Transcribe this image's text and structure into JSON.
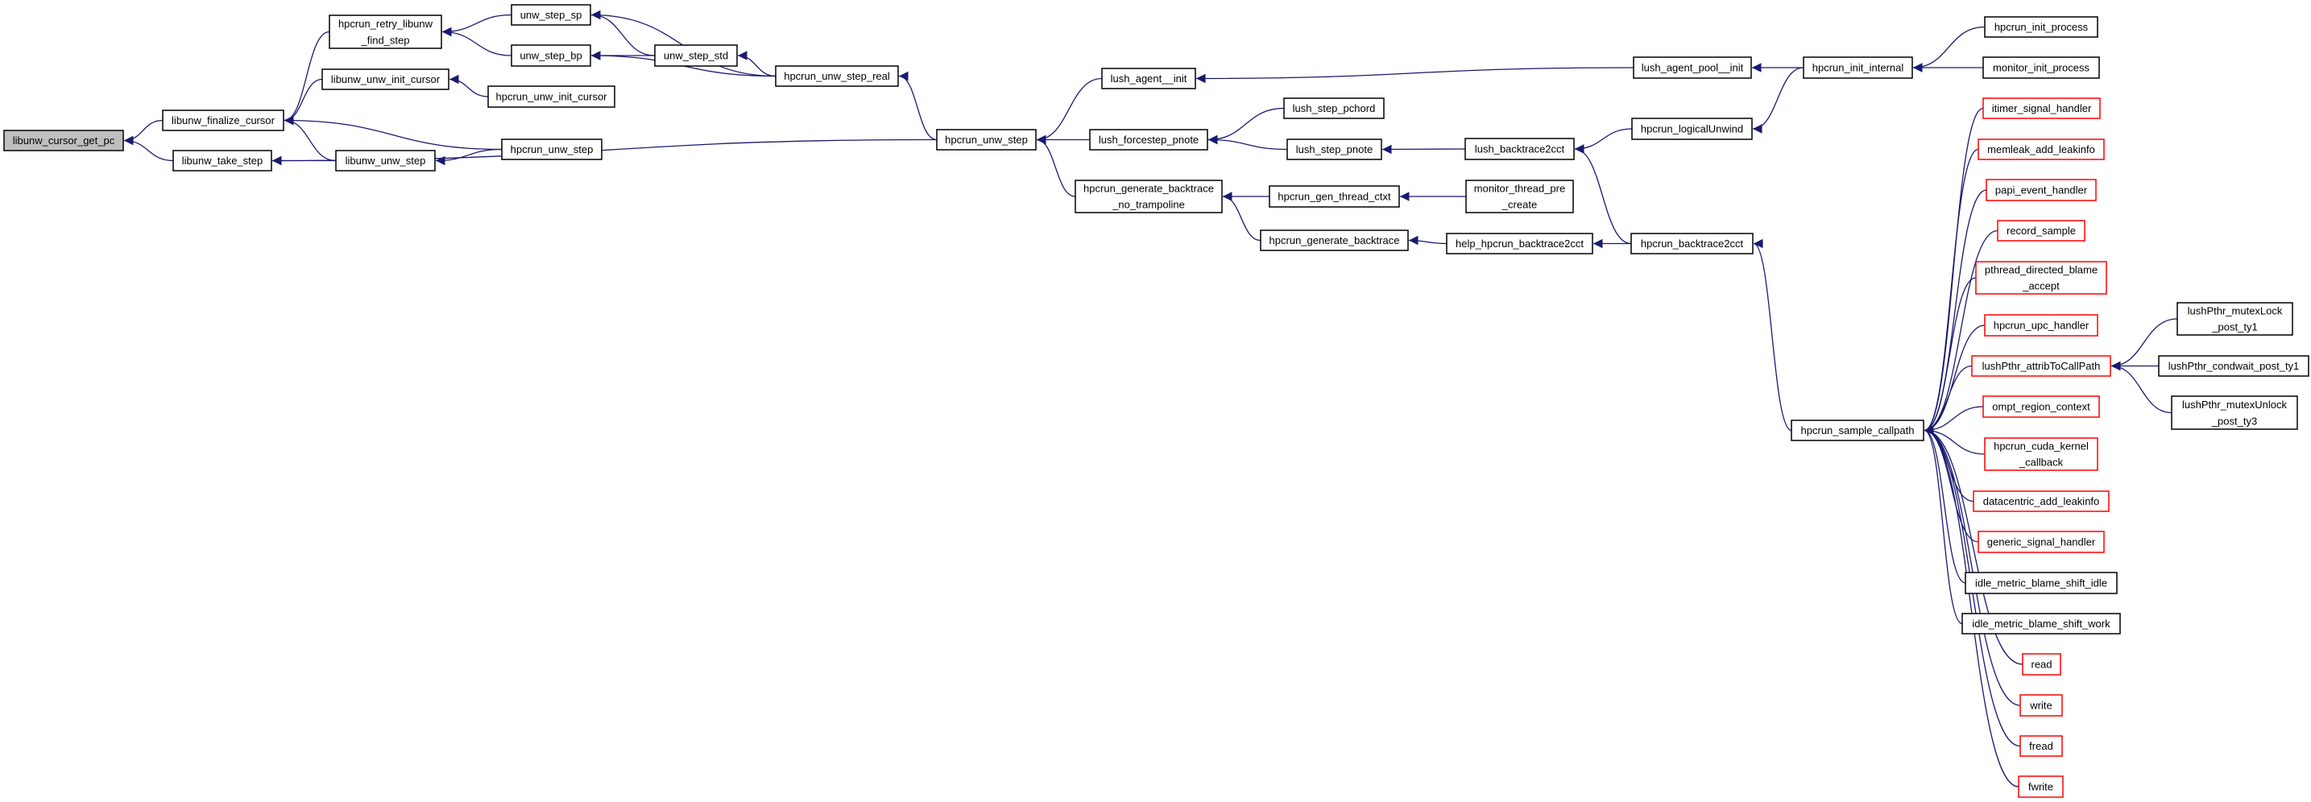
{
  "graph": {
    "edge_color": "#191970",
    "highlight_border": "#ff0000",
    "root_fill": "#bfbfbf",
    "nodes": [
      {
        "id": "get_pc",
        "lines": [
          "libunw_cursor_get_pc"
        ],
        "style": "root"
      },
      {
        "id": "finalize",
        "lines": [
          "libunw_finalize_cursor"
        ]
      },
      {
        "id": "take_step",
        "lines": [
          "libunw_take_step"
        ]
      },
      {
        "id": "retry",
        "lines": [
          "hpcrun_retry_libunw",
          "_find_step"
        ]
      },
      {
        "id": "libunw_init",
        "lines": [
          "libunw_unw_init_cursor"
        ]
      },
      {
        "id": "libunw_step",
        "lines": [
          "libunw_unw_step"
        ]
      },
      {
        "id": "step_sp",
        "lines": [
          "unw_step_sp"
        ]
      },
      {
        "id": "step_bp",
        "lines": [
          "unw_step_bp"
        ]
      },
      {
        "id": "step_std",
        "lines": [
          "unw_step_std"
        ]
      },
      {
        "id": "step_real",
        "lines": [
          "hpcrun_unw_step_real"
        ]
      },
      {
        "id": "init_cursor",
        "lines": [
          "hpcrun_unw_init_cursor"
        ]
      },
      {
        "id": "unw_step_a",
        "lines": [
          "hpcrun_unw_step"
        ]
      },
      {
        "id": "unw_step_b",
        "lines": [
          "hpcrun_unw_step"
        ]
      },
      {
        "id": "agent_init",
        "lines": [
          "lush_agent__init"
        ]
      },
      {
        "id": "forcestep",
        "lines": [
          "lush_forcestep_pnote"
        ]
      },
      {
        "id": "gen_bt_nt",
        "lines": [
          "hpcrun_generate_backtrace",
          "_no_trampoline"
        ]
      },
      {
        "id": "pchord",
        "lines": [
          "lush_step_pchord"
        ]
      },
      {
        "id": "pnote",
        "lines": [
          "lush_step_pnote"
        ]
      },
      {
        "id": "gen_thread",
        "lines": [
          "hpcrun_gen_thread_ctxt"
        ]
      },
      {
        "id": "mon_thread",
        "lines": [
          "monitor_thread_pre",
          "_create"
        ]
      },
      {
        "id": "gen_bt",
        "lines": [
          "hpcrun_generate_backtrace"
        ]
      },
      {
        "id": "help_bt",
        "lines": [
          "help_hpcrun_backtrace2cct"
        ]
      },
      {
        "id": "lush_bt",
        "lines": [
          "lush_backtrace2cct"
        ]
      },
      {
        "id": "pool_init",
        "lines": [
          "lush_agent_pool__init"
        ]
      },
      {
        "id": "logical",
        "lines": [
          "hpcrun_logicalUnwind"
        ]
      },
      {
        "id": "bt2cct",
        "lines": [
          "hpcrun_backtrace2cct"
        ]
      },
      {
        "id": "init_internal",
        "lines": [
          "hpcrun_init_internal"
        ]
      },
      {
        "id": "init_process",
        "lines": [
          "hpcrun_init_process"
        ]
      },
      {
        "id": "mon_init",
        "lines": [
          "monitor_init_process"
        ]
      },
      {
        "id": "sample",
        "lines": [
          "hpcrun_sample_callpath"
        ]
      },
      {
        "id": "itimer",
        "lines": [
          "itimer_signal_handler"
        ],
        "style": "red"
      },
      {
        "id": "memleak",
        "lines": [
          "memleak_add_leakinfo"
        ],
        "style": "red"
      },
      {
        "id": "papi",
        "lines": [
          "papi_event_handler"
        ],
        "style": "red"
      },
      {
        "id": "record",
        "lines": [
          "record_sample"
        ],
        "style": "red"
      },
      {
        "id": "pthread",
        "lines": [
          "pthread_directed_blame",
          "_accept"
        ],
        "style": "red"
      },
      {
        "id": "upc",
        "lines": [
          "hpcrun_upc_handler"
        ],
        "style": "red"
      },
      {
        "id": "attrib",
        "lines": [
          "lushPthr_attribToCallPath"
        ],
        "style": "red"
      },
      {
        "id": "ompt",
        "lines": [
          "ompt_region_context"
        ],
        "style": "red"
      },
      {
        "id": "cuda",
        "lines": [
          "hpcrun_cuda_kernel",
          "_callback"
        ],
        "style": "red"
      },
      {
        "id": "datacentric",
        "lines": [
          "datacentric_add_leakinfo"
        ],
        "style": "red"
      },
      {
        "id": "generic",
        "lines": [
          "generic_signal_handler"
        ],
        "style": "red"
      },
      {
        "id": "idle_idle",
        "lines": [
          "idle_metric_blame_shift_idle"
        ]
      },
      {
        "id": "idle_work",
        "lines": [
          "idle_metric_blame_shift_work"
        ]
      },
      {
        "id": "read",
        "lines": [
          "read"
        ],
        "style": "red"
      },
      {
        "id": "write",
        "lines": [
          "write"
        ],
        "style": "red"
      },
      {
        "id": "fread",
        "lines": [
          "fread"
        ],
        "style": "red"
      },
      {
        "id": "fwrite",
        "lines": [
          "fwrite"
        ],
        "style": "red"
      },
      {
        "id": "mutexlock",
        "lines": [
          "lushPthr_mutexLock",
          "_post_ty1"
        ]
      },
      {
        "id": "condwait",
        "lines": [
          "lushPthr_condwait_post_ty1"
        ]
      },
      {
        "id": "mutexunlock",
        "lines": [
          "lushPthr_mutexUnlock",
          "_post_ty3"
        ]
      }
    ],
    "edges": [
      [
        "finalize",
        "get_pc"
      ],
      [
        "take_step",
        "get_pc"
      ],
      [
        "retry",
        "finalize"
      ],
      [
        "libunw_init",
        "finalize"
      ],
      [
        "unw_step_a",
        "finalize"
      ],
      [
        "libunw_step",
        "finalize"
      ],
      [
        "libunw_step",
        "take_step"
      ],
      [
        "unw_step_b",
        "take_step"
      ],
      [
        "step_sp",
        "retry"
      ],
      [
        "step_bp",
        "retry"
      ],
      [
        "step_std",
        "step_sp"
      ],
      [
        "step_real",
        "step_sp"
      ],
      [
        "step_std",
        "step_bp"
      ],
      [
        "step_real",
        "step_bp"
      ],
      [
        "step_real",
        "step_std"
      ],
      [
        "init_cursor",
        "libunw_init"
      ],
      [
        "unw_step_a",
        "libunw_step"
      ],
      [
        "unw_step_b",
        "step_real"
      ],
      [
        "agent_init",
        "unw_step_b"
      ],
      [
        "forcestep",
        "unw_step_b"
      ],
      [
        "gen_bt_nt",
        "unw_step_b"
      ],
      [
        "pool_init",
        "agent_init"
      ],
      [
        "pchord",
        "forcestep"
      ],
      [
        "pnote",
        "forcestep"
      ],
      [
        "lush_bt",
        "pnote"
      ],
      [
        "gen_thread",
        "gen_bt_nt"
      ],
      [
        "gen_bt",
        "gen_bt_nt"
      ],
      [
        "mon_thread",
        "gen_thread"
      ],
      [
        "help_bt",
        "gen_bt"
      ],
      [
        "bt2cct",
        "help_bt"
      ],
      [
        "logical",
        "lush_bt"
      ],
      [
        "bt2cct",
        "lush_bt"
      ],
      [
        "init_internal",
        "pool_init"
      ],
      [
        "init_internal",
        "logical"
      ],
      [
        "init_process",
        "init_internal"
      ],
      [
        "mon_init",
        "init_internal"
      ],
      [
        "sample",
        "bt2cct"
      ],
      [
        "itimer",
        "sample"
      ],
      [
        "memleak",
        "sample"
      ],
      [
        "papi",
        "sample"
      ],
      [
        "record",
        "sample"
      ],
      [
        "pthread",
        "sample"
      ],
      [
        "upc",
        "sample"
      ],
      [
        "attrib",
        "sample"
      ],
      [
        "ompt",
        "sample"
      ],
      [
        "cuda",
        "sample"
      ],
      [
        "datacentric",
        "sample"
      ],
      [
        "generic",
        "sample"
      ],
      [
        "idle_idle",
        "sample"
      ],
      [
        "idle_work",
        "sample"
      ],
      [
        "read",
        "sample"
      ],
      [
        "write",
        "sample"
      ],
      [
        "fread",
        "sample"
      ],
      [
        "fwrite",
        "sample"
      ],
      [
        "mutexlock",
        "attrib"
      ],
      [
        "condwait",
        "attrib"
      ],
      [
        "mutexunlock",
        "attrib"
      ]
    ]
  }
}
